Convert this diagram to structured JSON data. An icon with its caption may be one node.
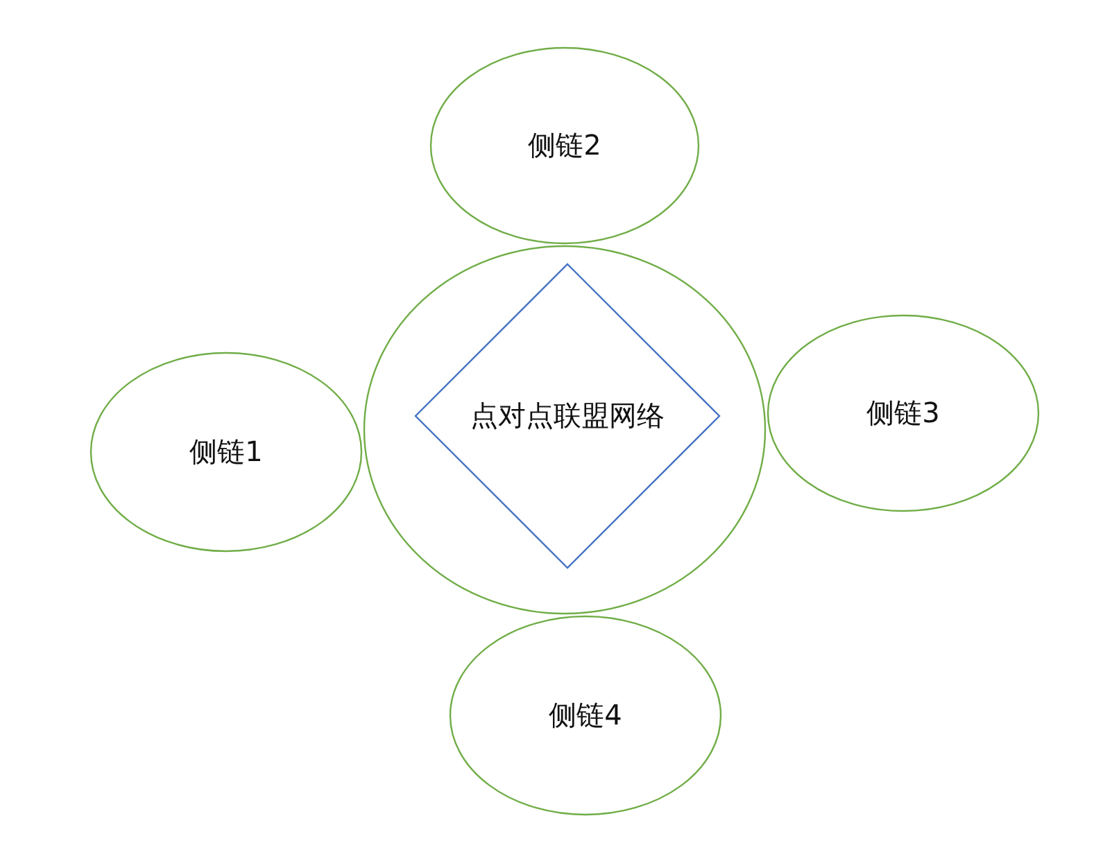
{
  "diagram": {
    "nodes": [
      {
        "text": [
          "侧链2"
        ]
      },
      {
        "text": [],
        "shape": "circle"
      },
      {
        "text": [
          "点对点联盟网络"
        ],
        "in": 1
      },
      {
        "text": [
          "侧链1"
        ]
      },
      {
        "text": [
          "侧链3"
        ]
      },
      {
        "text": [
          "侧链4"
        ]
      }
    ]
  }
}
